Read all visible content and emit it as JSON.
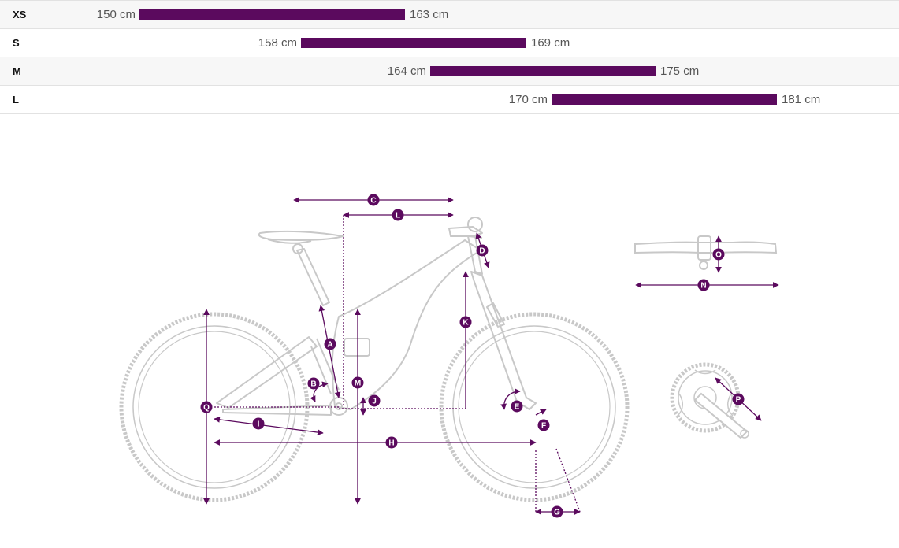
{
  "sizes": [
    {
      "label": "XS",
      "min": "150 cm",
      "max": "163 cm",
      "min_cm": 150,
      "max_cm": 163
    },
    {
      "label": "S",
      "min": "158 cm",
      "max": "169 cm",
      "min_cm": 158,
      "max_cm": 169
    },
    {
      "label": "M",
      "min": "164 cm",
      "max": "175 cm",
      "min_cm": 164,
      "max_cm": 175
    },
    {
      "label": "L",
      "min": "170 cm",
      "max": "181 cm",
      "min_cm": 170,
      "max_cm": 181
    }
  ],
  "colors": {
    "accent": "#5b0a5e",
    "frame": "#c8c8c8",
    "row_alt": "#f7f7f7"
  },
  "markers": {
    "A": "A",
    "B": "B",
    "C": "C",
    "D": "D",
    "E": "E",
    "F": "F",
    "G": "G",
    "H": "H",
    "I": "I",
    "J": "J",
    "K": "K",
    "L": "L",
    "M": "M",
    "N": "N",
    "O": "O",
    "P": "P",
    "Q": "Q"
  }
}
